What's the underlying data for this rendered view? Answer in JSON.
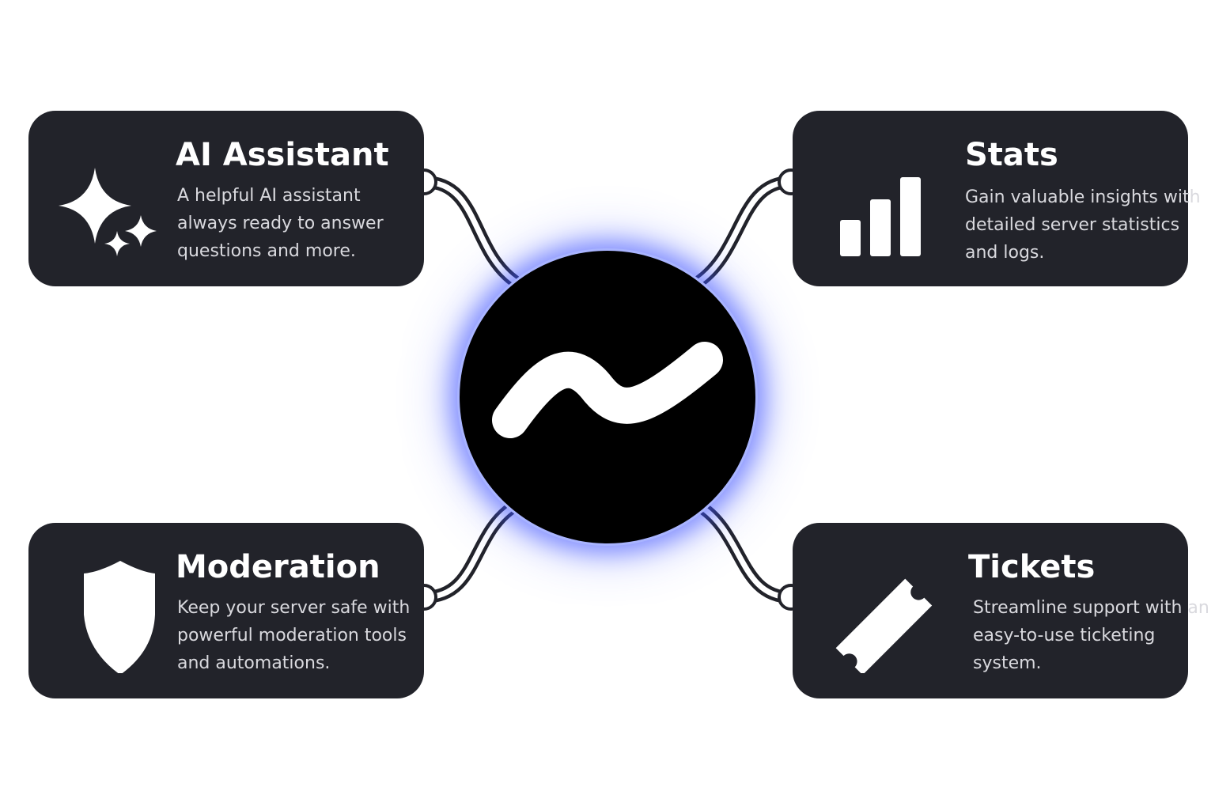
{
  "features": [
    {
      "id": "ai-assistant",
      "icon": "sparkles-icon",
      "title": "AI Assistant",
      "description": "A helpful AI assistant always ready to answer questions and more."
    },
    {
      "id": "stats",
      "icon": "bar-chart-icon",
      "title": "Stats",
      "description": "Gain valuable insights with detailed server statistics and logs."
    },
    {
      "id": "moderation",
      "icon": "shield-icon",
      "title": "Moderation",
      "description": "Keep your server safe with powerful moderation tools and automations."
    },
    {
      "id": "tickets",
      "icon": "ticket-icon",
      "title": "Tickets",
      "description": "Streamline support with an easy-to-use ticketing system."
    }
  ],
  "hub": {
    "icon": "wave-logo-icon"
  },
  "colors": {
    "card_background": "#22232a",
    "card_text": "#ffffff",
    "card_description": "#d9d9de",
    "hub_background": "#000000",
    "hub_glow": "#3c50ff",
    "connector": "#22232a"
  }
}
